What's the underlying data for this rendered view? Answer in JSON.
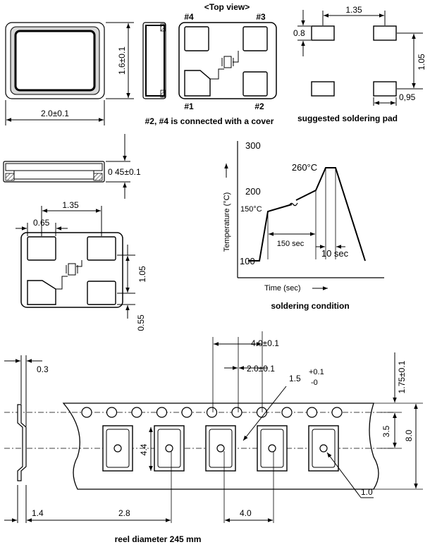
{
  "top": {
    "top_view": "<Top view>",
    "dim_width": "2.0±0.1",
    "dim_height": "1.6±0.1",
    "pin4": "#4",
    "pin3": "#3",
    "pin1": "#1",
    "pin2": "#2",
    "note_cover": "#2, #4 is connected with a cover",
    "pad_dim_135": "1.35",
    "pad_dim_08": "0.8",
    "pad_dim_105": "1.05",
    "pad_dim_095": "0,95",
    "pad_caption": "suggested soldering pad"
  },
  "side": {
    "dim_thickness": "0 45±0.1"
  },
  "bottom_view": {
    "dim_135": "1.35",
    "dim_065": "0.65",
    "dim_105": "1.05",
    "dim_055": "0.55"
  },
  "soldering": {
    "y_ticks": [
      "300",
      "200",
      "100"
    ],
    "ylabel": "Temperature (°C)",
    "xlabel": "Time (sec)",
    "peak": "260°C",
    "pre": "150°C",
    "dur150": "150 sec",
    "dur10": "10 sec",
    "caption": "soldering condition"
  },
  "tape": {
    "d_03": "0.3",
    "d_40_top": "4.0±0.1",
    "d_20": "2.0±0.1",
    "d_15": "1.5",
    "d_15_plus": "+0.1",
    "d_15_minus": "-0",
    "d_175": "1.75±0.1",
    "d_35": "3.5",
    "d_80": "8.0",
    "d_44": "4.4",
    "d_10": "1.0",
    "d_14": "1.4",
    "d_28": "2.8",
    "d_40_bottom": "4.0",
    "reel": "reel diameter 245 mm"
  }
}
